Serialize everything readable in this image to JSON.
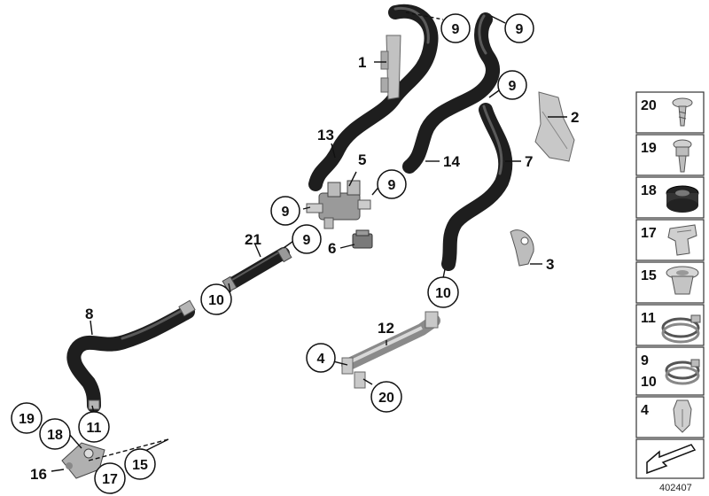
{
  "diagram_id": "402407",
  "callouts": {
    "c1": "1",
    "c2": "2",
    "c3": "3",
    "c4": "4",
    "c5": "5",
    "c6": "6",
    "c7": "7",
    "c8": "8",
    "c9": "9",
    "c10": "10",
    "c11": "11",
    "c12": "12",
    "c13": "13",
    "c14": "14",
    "c15": "15",
    "c16": "16",
    "c17": "17",
    "c18": "18",
    "c19": "19",
    "c20": "20",
    "c21": "21"
  },
  "legend": {
    "items": [
      {
        "label": "20",
        "icon": "screw-icon"
      },
      {
        "label": "19",
        "icon": "stud-screw-icon"
      },
      {
        "label": "18",
        "icon": "grommet-icon"
      },
      {
        "label": "17",
        "icon": "clip-nut-icon"
      },
      {
        "label": "15",
        "icon": "expanding-rivet-icon"
      },
      {
        "label": "11",
        "icon": "hose-clamp-icon"
      },
      {
        "label": "9",
        "label2": "10",
        "icon": "hose-clamp-icon"
      },
      {
        "label": "4",
        "icon": "push-clip-icon"
      }
    ],
    "nav_icon": "arrow-icon"
  }
}
